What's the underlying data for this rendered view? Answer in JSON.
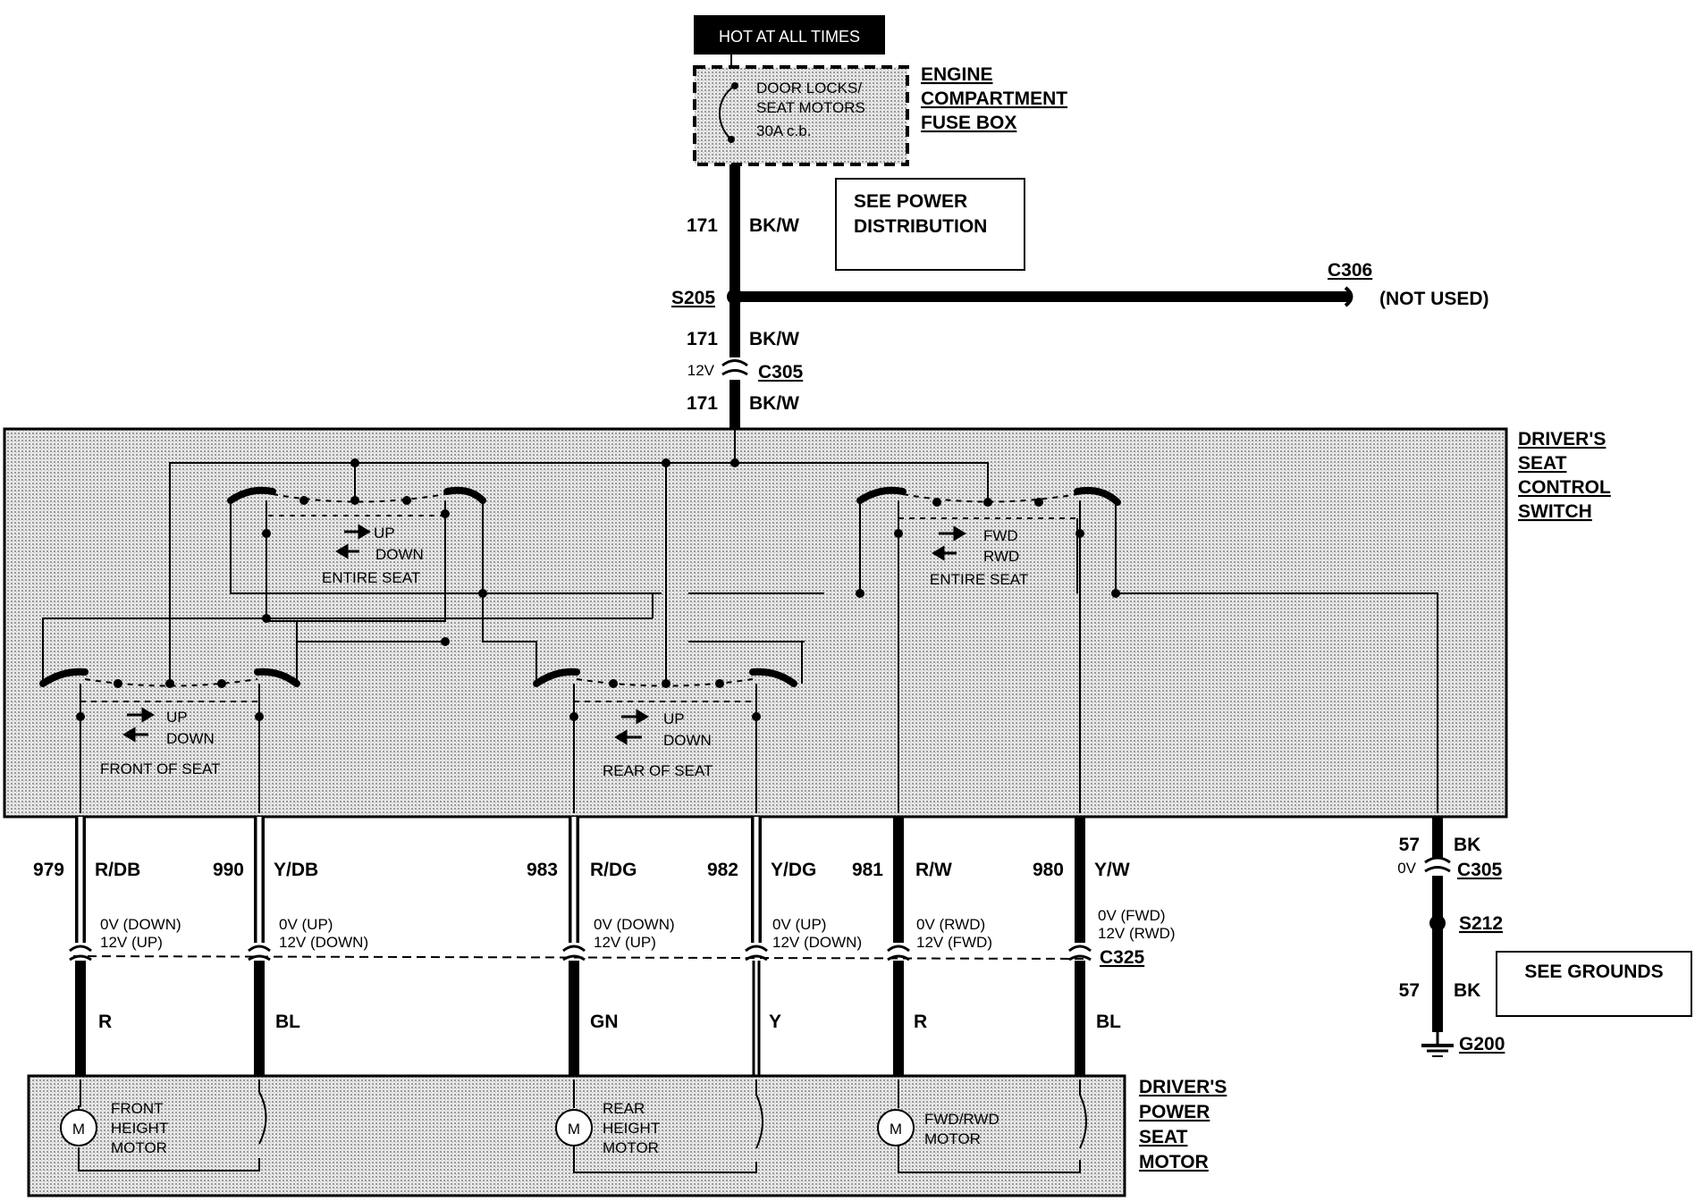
{
  "fuse": {
    "hot_label": "HOT AT ALL TIMES",
    "name_line1": "DOOR LOCKS/",
    "name_line2": "SEAT MOTORS",
    "rating": "30A c.b.",
    "box_title": [
      "ENGINE",
      "COMPARTMENT",
      "FUSE BOX"
    ]
  },
  "refs": {
    "power_line1": "SEE POWER",
    "power_line2": "DISTRIBUTION",
    "grounds": "SEE GROUNDS"
  },
  "feed": {
    "circuit": "171",
    "color": "BK/W",
    "splice": "S205",
    "connector": "C305",
    "voltage": "12V",
    "branch_connector": "C306",
    "branch_note": "(NOT USED)"
  },
  "switch": {
    "title": [
      "DRIVER'S",
      "SEAT",
      "CONTROL",
      "SWITCH"
    ],
    "entire_seat_ud": [
      "UP",
      "DOWN",
      "ENTIRE SEAT"
    ],
    "entire_seat_fr": [
      "FWD",
      "RWD",
      "ENTIRE SEAT"
    ],
    "front_of_seat": [
      "UP",
      "DOWN",
      "FRONT OF SEAT"
    ],
    "rear_of_seat": [
      "UP",
      "DOWN",
      "REAR OF SEAT"
    ]
  },
  "wires": [
    {
      "circuit": "979",
      "color": "R/DB",
      "v1": "0V (DOWN)",
      "v2": "12V (UP)",
      "motor_color": "R"
    },
    {
      "circuit": "990",
      "color": "Y/DB",
      "v1": "0V (UP)",
      "v2": "12V (DOWN)",
      "motor_color": "BL"
    },
    {
      "circuit": "983",
      "color": "R/DG",
      "v1": "0V (DOWN)",
      "v2": "12V (UP)",
      "motor_color": "GN"
    },
    {
      "circuit": "982",
      "color": "Y/DG",
      "v1": "0V (UP)",
      "v2": "12V (DOWN)",
      "motor_color": "Y"
    },
    {
      "circuit": "981",
      "color": "R/W",
      "v1": "0V (RWD)",
      "v2": "12V (FWD)",
      "motor_color": "R"
    },
    {
      "circuit": "980",
      "color": "Y/W",
      "v1": "0V (FWD)",
      "v2": "12V (RWD)",
      "motor_color": "BL"
    }
  ],
  "connector_motor": "C325",
  "ground": {
    "circuit": "57",
    "color": "BK",
    "voltage": "0V",
    "connector": "C305",
    "splice": "S212",
    "ground_point": "G200"
  },
  "motors": {
    "title": [
      "DRIVER'S",
      "POWER",
      "SEAT",
      "MOTOR"
    ],
    "symbol": "M",
    "front": [
      "FRONT",
      "HEIGHT",
      "MOTOR"
    ],
    "rear": [
      "REAR",
      "HEIGHT",
      "MOTOR"
    ],
    "fwd": [
      "FWD/RWD",
      "MOTOR"
    ]
  }
}
